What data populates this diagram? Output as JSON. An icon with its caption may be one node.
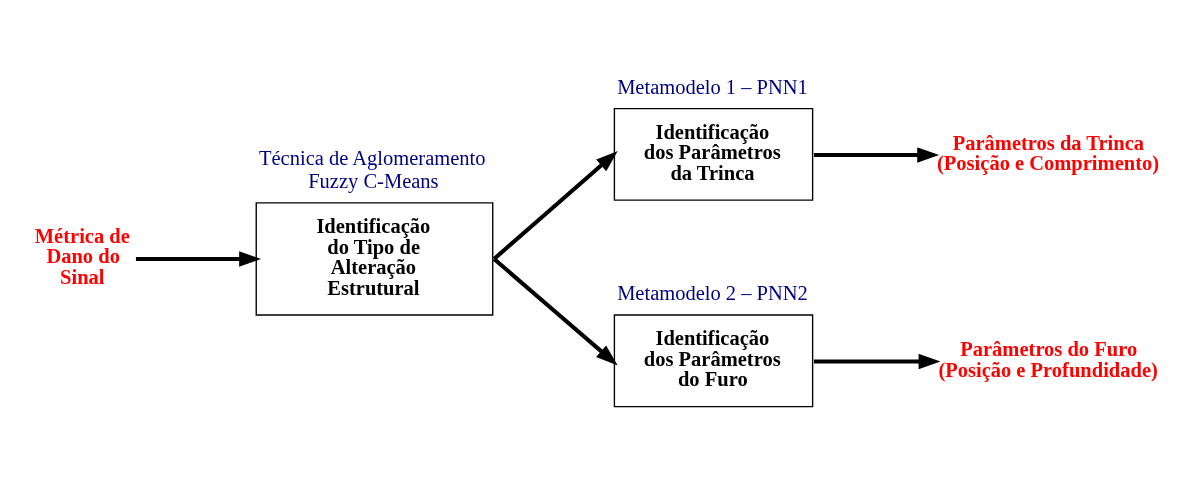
{
  "diagram": {
    "nodes": [
      {
        "text": [
          "Métrica de Dano do Sinal"
        ]
      },
      {
        "text": [
          "Identificação do Tipo de Alteração Estrutural"
        ],
        "beside": [
          "Técnica de Aglomeramento Fuzzy C-Means"
        ]
      },
      {
        "text": [
          "Identificação dos Parâmetros da Trinca"
        ],
        "beside": [
          "Metamodelo 1 – PNN1"
        ]
      },
      {
        "text": [
          "Identificação dos Parâmetros do Furo"
        ],
        "beside": [
          "Metamodelo 2 – PNN2"
        ]
      },
      {
        "text": [
          "Parâmetros da Trinca (Posição e Comprimento)"
        ]
      },
      {
        "text": [
          "Parâmetros do Furo (Posição e Profundidade)"
        ]
      }
    ],
    "edges": [
      {
        "from": 0,
        "to": 1,
        "arrow": "to"
      },
      {
        "from": 1,
        "to": 2,
        "arrow": "to"
      },
      {
        "from": 1,
        "to": 3,
        "arrow": "to"
      },
      {
        "from": 2,
        "to": 4,
        "arrow": "to"
      },
      {
        "from": 3,
        "to": 5,
        "arrow": "to"
      }
    ]
  }
}
